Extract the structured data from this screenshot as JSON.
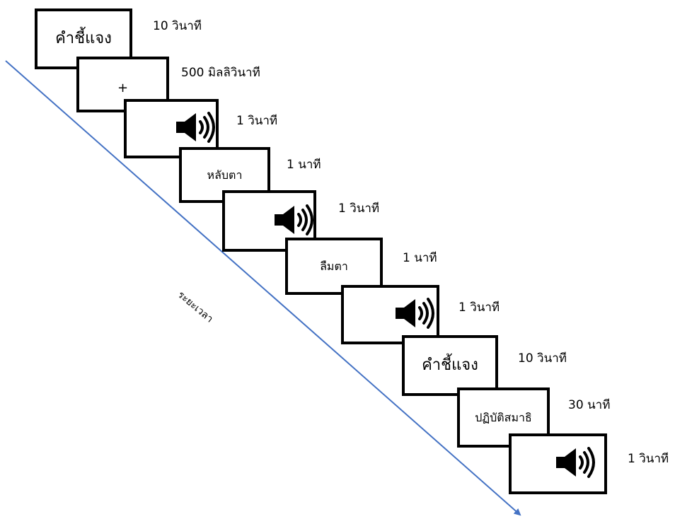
{
  "time_axis_label": "ระยะเวลา",
  "arrow_color": "#4472C4",
  "screens": [
    {
      "content": "คำชี้แจง",
      "kind": "text",
      "duration": "10 วินาที"
    },
    {
      "content": "+",
      "kind": "text",
      "duration": "500 มิลลิวินาที"
    },
    {
      "content": "",
      "kind": "speaker-icon",
      "duration": "1 วินาที"
    },
    {
      "content": "หลับตา",
      "kind": "text",
      "duration": "1 นาที"
    },
    {
      "content": "",
      "kind": "speaker-icon",
      "duration": "1 วินาที"
    },
    {
      "content": "ลืมตา",
      "kind": "text",
      "duration": "1 นาที"
    },
    {
      "content": "",
      "kind": "speaker-icon",
      "duration": "1 วินาที"
    },
    {
      "content": "คำชี้แจง",
      "kind": "text",
      "duration": "10 วินาที"
    },
    {
      "content": "ปฏิบัติสมาธิ",
      "kind": "text",
      "duration": "30 นาที"
    },
    {
      "content": "",
      "kind": "speaker-icon",
      "duration": "1 วินาที"
    }
  ]
}
